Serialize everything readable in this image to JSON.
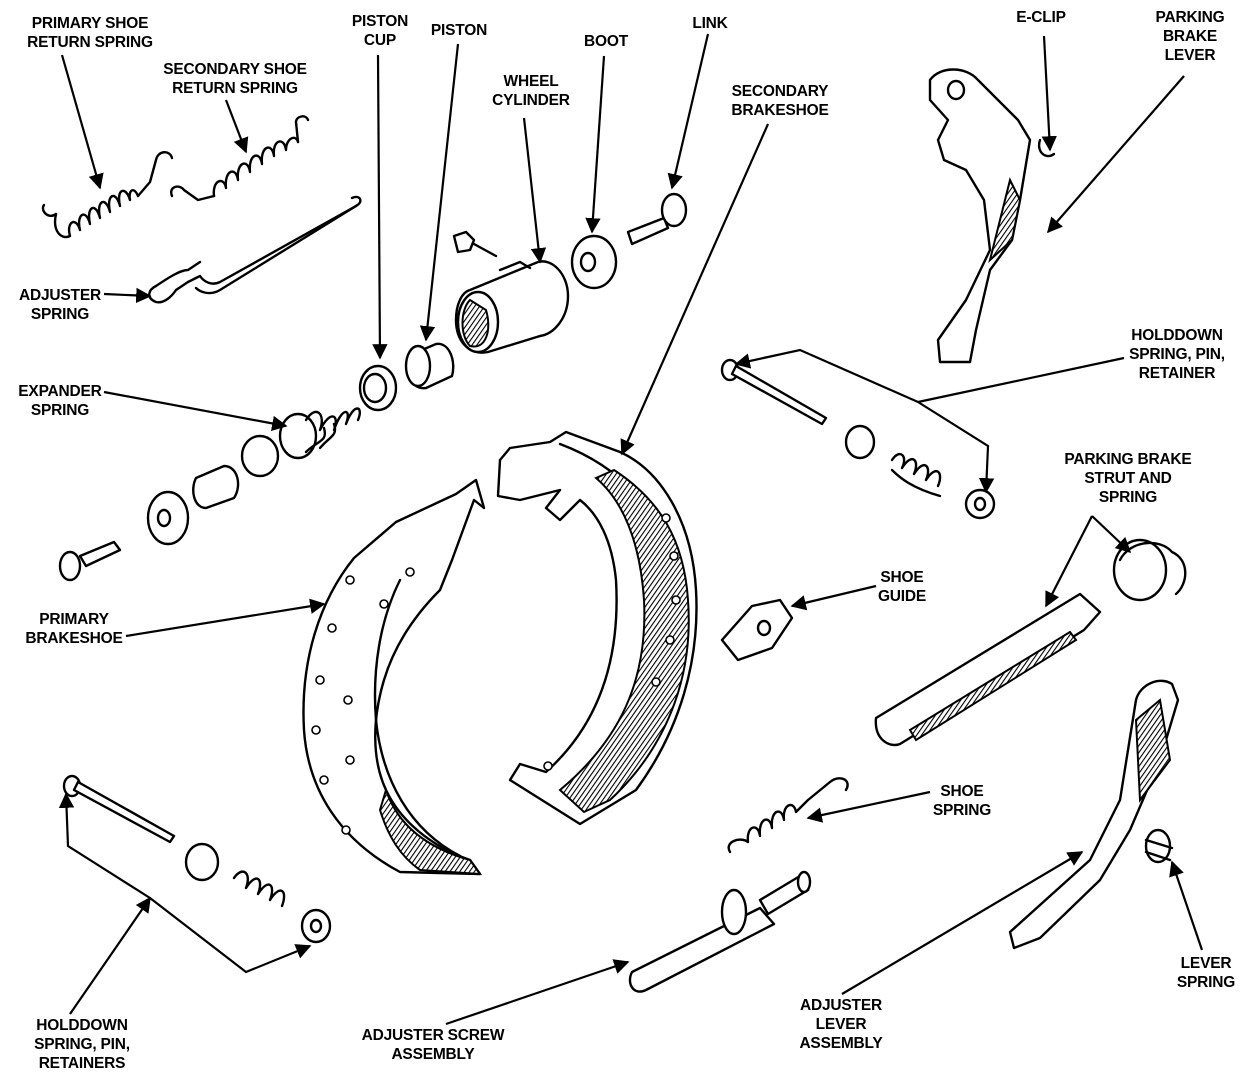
{
  "labels": {
    "primary_shoe_return_spring": "PRIMARY SHOE\nRETURN SPRING",
    "secondary_shoe_return_spring": "SECONDARY SHOE\nRETURN SPRING",
    "piston_cup": "PISTON\nCUP",
    "piston": "PISTON",
    "wheel_cylinder": "WHEEL\nCYLINDER",
    "boot": "BOOT",
    "link": "LINK",
    "secondary_brakeshoe": "SECONDARY\nBRAKESHOE",
    "e_clip": "E-CLIP",
    "parking_brake_lever": "PARKING\nBRAKE\nLEVER",
    "adjuster_spring": "ADJUSTER\nSPRING",
    "expander_spring": "EXPANDER\nSPRING",
    "holddown_spring_pin_retainer": "HOLDDOWN\nSPRING, PIN,\nRETAINER",
    "parking_brake_strut_and_spring": "PARKING BRAKE\nSTRUT AND\nSPRING",
    "shoe_guide": "SHOE\nGUIDE",
    "primary_brakeshoe": "PRIMARY\nBRAKESHOE",
    "shoe_spring": "SHOE\nSPRING",
    "holddown_spring_pin_retainers": "HOLDDOWN\nSPRING, PIN,\nRETAINERS",
    "adjuster_screw_assembly": "ADJUSTER SCREW\nASSEMBLY",
    "adjuster_lever_assembly": "ADJUSTER\nLEVER\nASSEMBLY",
    "lever_spring": "LEVER\nSPRING"
  },
  "icons": [
    "brake-assembly-exploded-illustration"
  ]
}
